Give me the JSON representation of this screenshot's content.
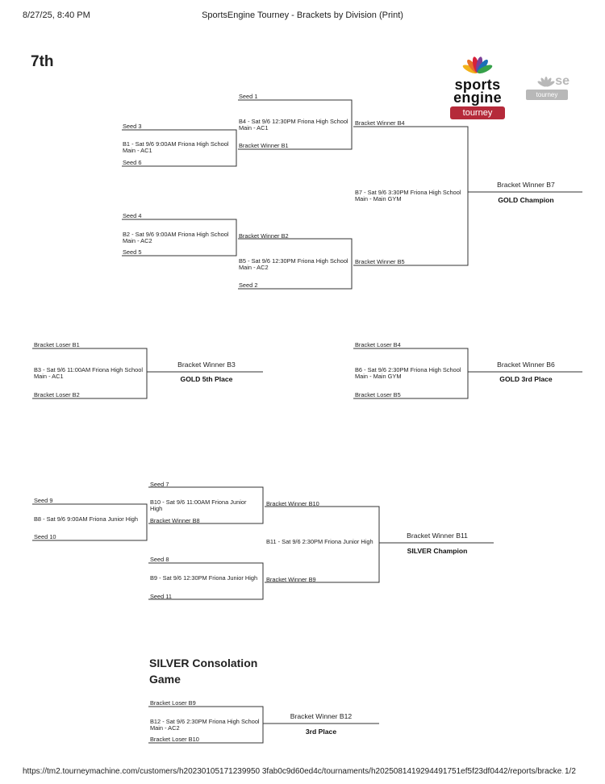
{
  "header": {
    "datetime": "8/27/25, 8:40 PM",
    "title": "SportsEngine Tourney - Brackets by Division (Print)"
  },
  "footer": {
    "url": "https://tm2.tourneymachine.com/customers/h20230105171239950 3fab0c9d60ed4c/tournaments/h2025081419294491751ef5f23df0442/reports/bracke…",
    "page": "1/2"
  },
  "division": "7th",
  "logo": {
    "line1": "sports",
    "line2": "engine",
    "badge": "tourney",
    "alt_text": "se",
    "alt_badge": "tourney",
    "icon": "peacock-icon",
    "alt_icon": "peacock-gray-icon",
    "brand_color": "#b52a3a",
    "gray_color": "#b8b8b8"
  },
  "gold": {
    "seed1": "Seed 1",
    "seed3": "Seed 3",
    "seed6": "Seed 6",
    "seed4": "Seed 4",
    "seed5": "Seed 5",
    "seed2": "Seed 2",
    "b1_game_line1": "B1 - Sat 9/6 9:00AM Friona High School",
    "b1_game_line2": "Main - AC1",
    "b1_winner": "Bracket Winner B1",
    "b2_game_line1": "B2 - Sat 9/6 9:00AM Friona High School",
    "b2_game_line2": "Main - AC2",
    "b2_winner": "Bracket Winner B2",
    "b4_game_line1": "B4 - Sat 9/6 12:30PM Friona High School",
    "b4_game_line2": "Main - AC1",
    "b4_winner": "Bracket Winner B4",
    "b5_game_line1": "B5 - Sat 9/6 12:30PM Friona High School",
    "b5_game_line2": "Main - AC2",
    "b5_winner": "Bracket Winner B5",
    "b7_game_line1": "B7 - Sat 9/6 3:30PM Friona High School",
    "b7_game_line2": "Main - Main GYM",
    "b7_winner": "Bracket Winner B7",
    "champion": "GOLD Champion"
  },
  "fifth": {
    "loser_b1": "Bracket Loser B1",
    "loser_b2": "Bracket Loser B2",
    "game_line1": "B3 - Sat 9/6 11:00AM Friona High School",
    "game_line2": "Main - AC1",
    "winner": "Bracket Winner B3",
    "place": "GOLD 5th Place"
  },
  "third": {
    "loser_b4": "Bracket Loser B4",
    "loser_b5": "Bracket Loser B5",
    "game_line1": "B6 - Sat 9/6 2:30PM Friona High School",
    "game_line2": "Main - Main GYM",
    "winner": "Bracket Winner B6",
    "place": "GOLD 3rd Place"
  },
  "silver": {
    "seed7": "Seed 7",
    "seed9": "Seed 9",
    "seed10": "Seed 10",
    "seed8": "Seed 8",
    "seed11": "Seed 11",
    "b8_game": "B8 - Sat 9/6 9:00AM Friona Junior High",
    "b8_winner": "Bracket Winner B8",
    "b10_game_line1": "B10 - Sat 9/6 11:00AM Friona Junior",
    "b10_game_line2": "High",
    "b10_winner": "Bracket Winner B10",
    "b9_game": "B9 - Sat 9/6 12:30PM Friona Junior High",
    "b9_winner": "Bracket Winner B9",
    "b11_game": "B11 - Sat 9/6 2:30PM Friona Junior High",
    "b11_winner": "Bracket Winner B11",
    "champion": "SILVER Champion"
  },
  "consolation": {
    "title": "SILVER Consolation Game",
    "loser_b9": "Bracket Loser B9",
    "loser_b10": "Bracket Loser B10",
    "game_line1": "B12 - Sat 9/6 2:30PM Friona High School",
    "game_line2": "Main - AC2",
    "winner": "Bracket Winner B12",
    "place": "3rd Place"
  }
}
